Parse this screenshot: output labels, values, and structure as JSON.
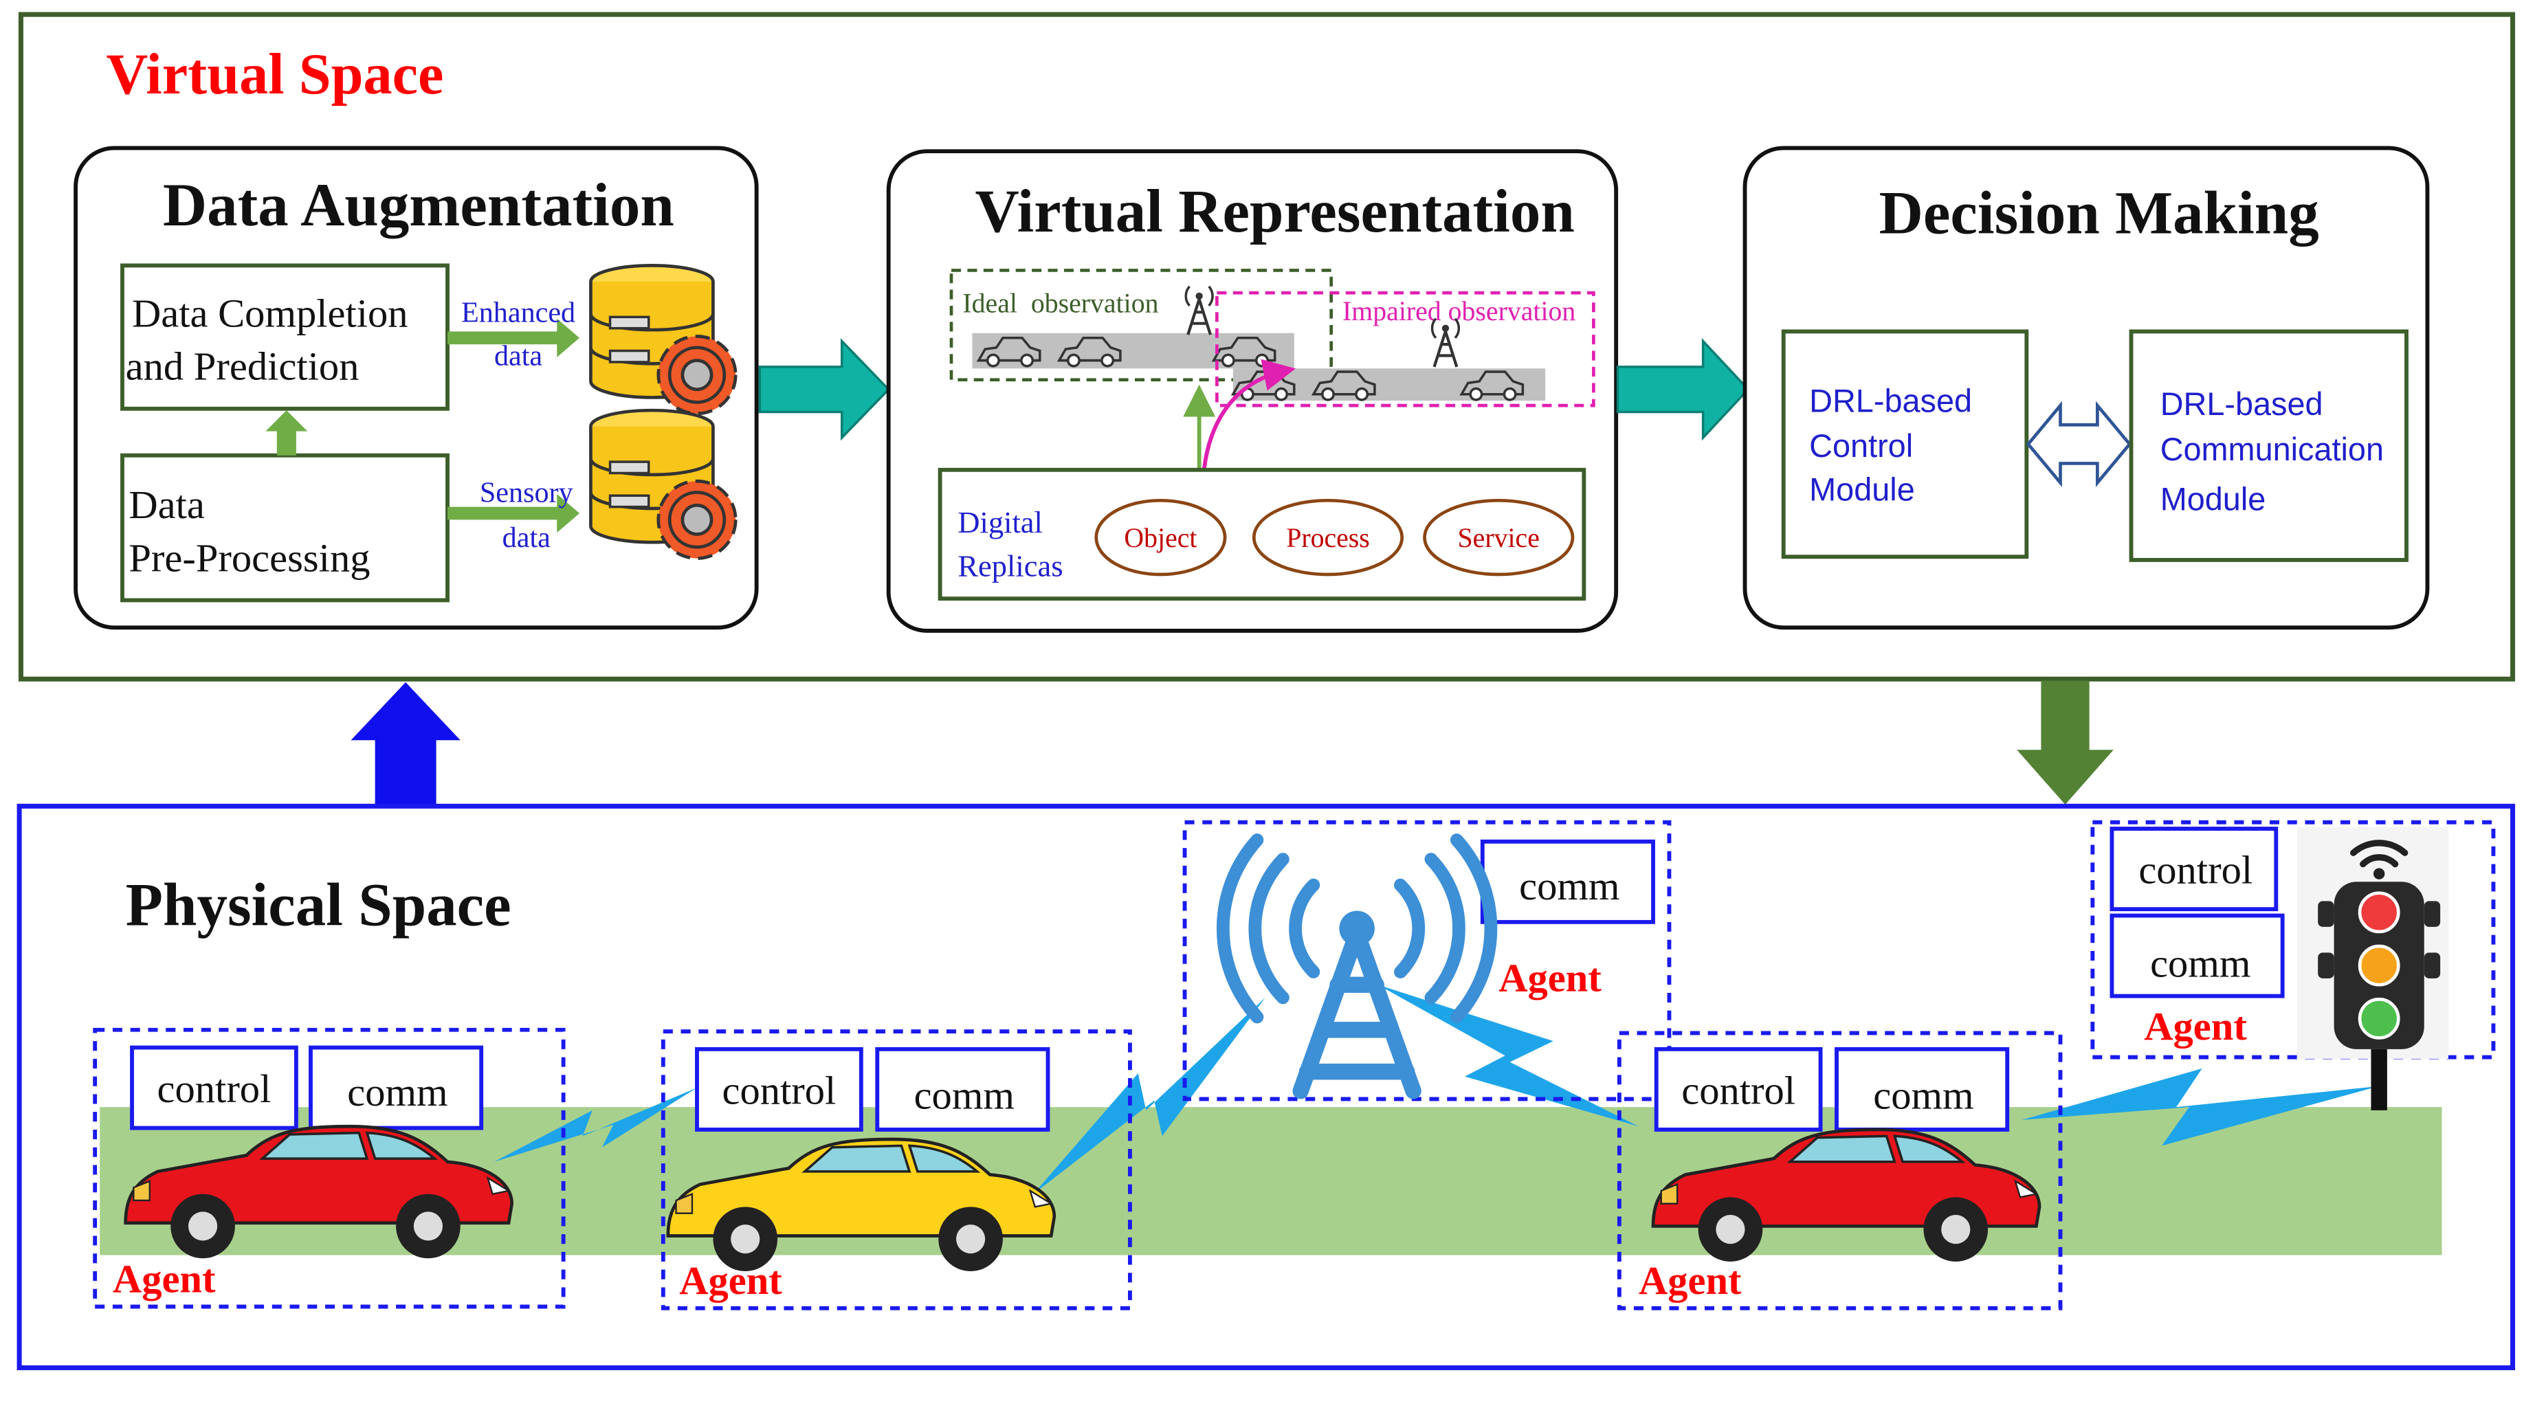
{
  "virtual_space": {
    "title": "Virtual Space",
    "data_augmentation": {
      "title": "Data Augmentation",
      "completion_line1": "Data Completion",
      "completion_line2": "and Prediction",
      "preprocessing_line1": "Data",
      "preprocessing_line2": "Pre-Processing",
      "enhanced_line1": "Enhanced",
      "enhanced_line2": "data",
      "sensory_line1": "Sensory",
      "sensory_line2": "data"
    },
    "virtual_representation": {
      "title": "Virtual Representation",
      "ideal_observation": "Ideal  observation",
      "impaired_observation": "Impaired observation",
      "digital_replicas_line1": "Digital",
      "digital_replicas_line2": "Replicas",
      "object": "Object",
      "process": "Process",
      "service": "Service"
    },
    "decision_making": {
      "title": "Decision Making",
      "control_line1": "DRL-based",
      "control_line2": "Control",
      "control_line3": "Module",
      "comm_line1": "DRL-based",
      "comm_line2": "Communication",
      "comm_line3": "Module"
    }
  },
  "physical_space": {
    "title": "Physical Space",
    "agent1": {
      "control": "control",
      "comm": "comm",
      "label": "Agent"
    },
    "agent2": {
      "control": "control",
      "comm": "comm",
      "label": "Agent"
    },
    "agent_tower": {
      "comm": "comm",
      "label": "Agent"
    },
    "agent3": {
      "control": "control",
      "comm": "comm",
      "label": "Agent"
    },
    "agent_light": {
      "control": "control",
      "comm": "comm",
      "label": "Agent"
    }
  },
  "colors": {
    "virtual_border": "#3d5e2a",
    "physical_border": "#1a1aee",
    "red_title": "#ff0000",
    "teal_arrow": "#10b3a3",
    "road": "#a8d08d",
    "blue_text": "#1f1fcc",
    "magenta": "#e020b0"
  },
  "icons": [
    "database-gear-icon",
    "car-icon",
    "cell-tower-icon",
    "traffic-light-icon",
    "lightning-link-icon"
  ]
}
